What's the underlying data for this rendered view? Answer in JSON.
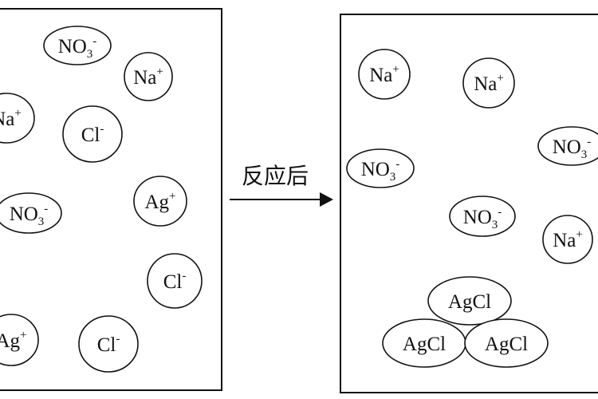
{
  "arrow_label": "反应后",
  "before": {
    "particles": [
      {
        "base": "NO",
        "sub": "3",
        "sup": "-"
      },
      {
        "base": "Na",
        "sub": "",
        "sup": "+"
      },
      {
        "base": "Na",
        "sub": "",
        "sup": "+"
      },
      {
        "base": "Cl",
        "sub": "",
        "sup": "-"
      },
      {
        "base": "NO",
        "sub": "3",
        "sup": "-"
      },
      {
        "base": "Ag",
        "sub": "",
        "sup": "+"
      },
      {
        "base": "Cl",
        "sub": "",
        "sup": "-"
      },
      {
        "base": "Ag",
        "sub": "",
        "sup": "+"
      },
      {
        "base": "Cl",
        "sub": "",
        "sup": "-"
      }
    ]
  },
  "after": {
    "particles": [
      {
        "base": "Na",
        "sub": "",
        "sup": "+"
      },
      {
        "base": "Na",
        "sub": "",
        "sup": "+"
      },
      {
        "base": "NO",
        "sub": "3",
        "sup": "-"
      },
      {
        "base": "NO",
        "sub": "3",
        "sup": "-"
      },
      {
        "base": "NO",
        "sub": "3",
        "sup": "-"
      },
      {
        "base": "Na",
        "sub": "",
        "sup": "+"
      },
      {
        "base": "AgCl",
        "sub": "",
        "sup": ""
      },
      {
        "base": "AgCl",
        "sub": "",
        "sup": ""
      },
      {
        "base": "AgCl",
        "sub": "",
        "sup": ""
      }
    ]
  }
}
